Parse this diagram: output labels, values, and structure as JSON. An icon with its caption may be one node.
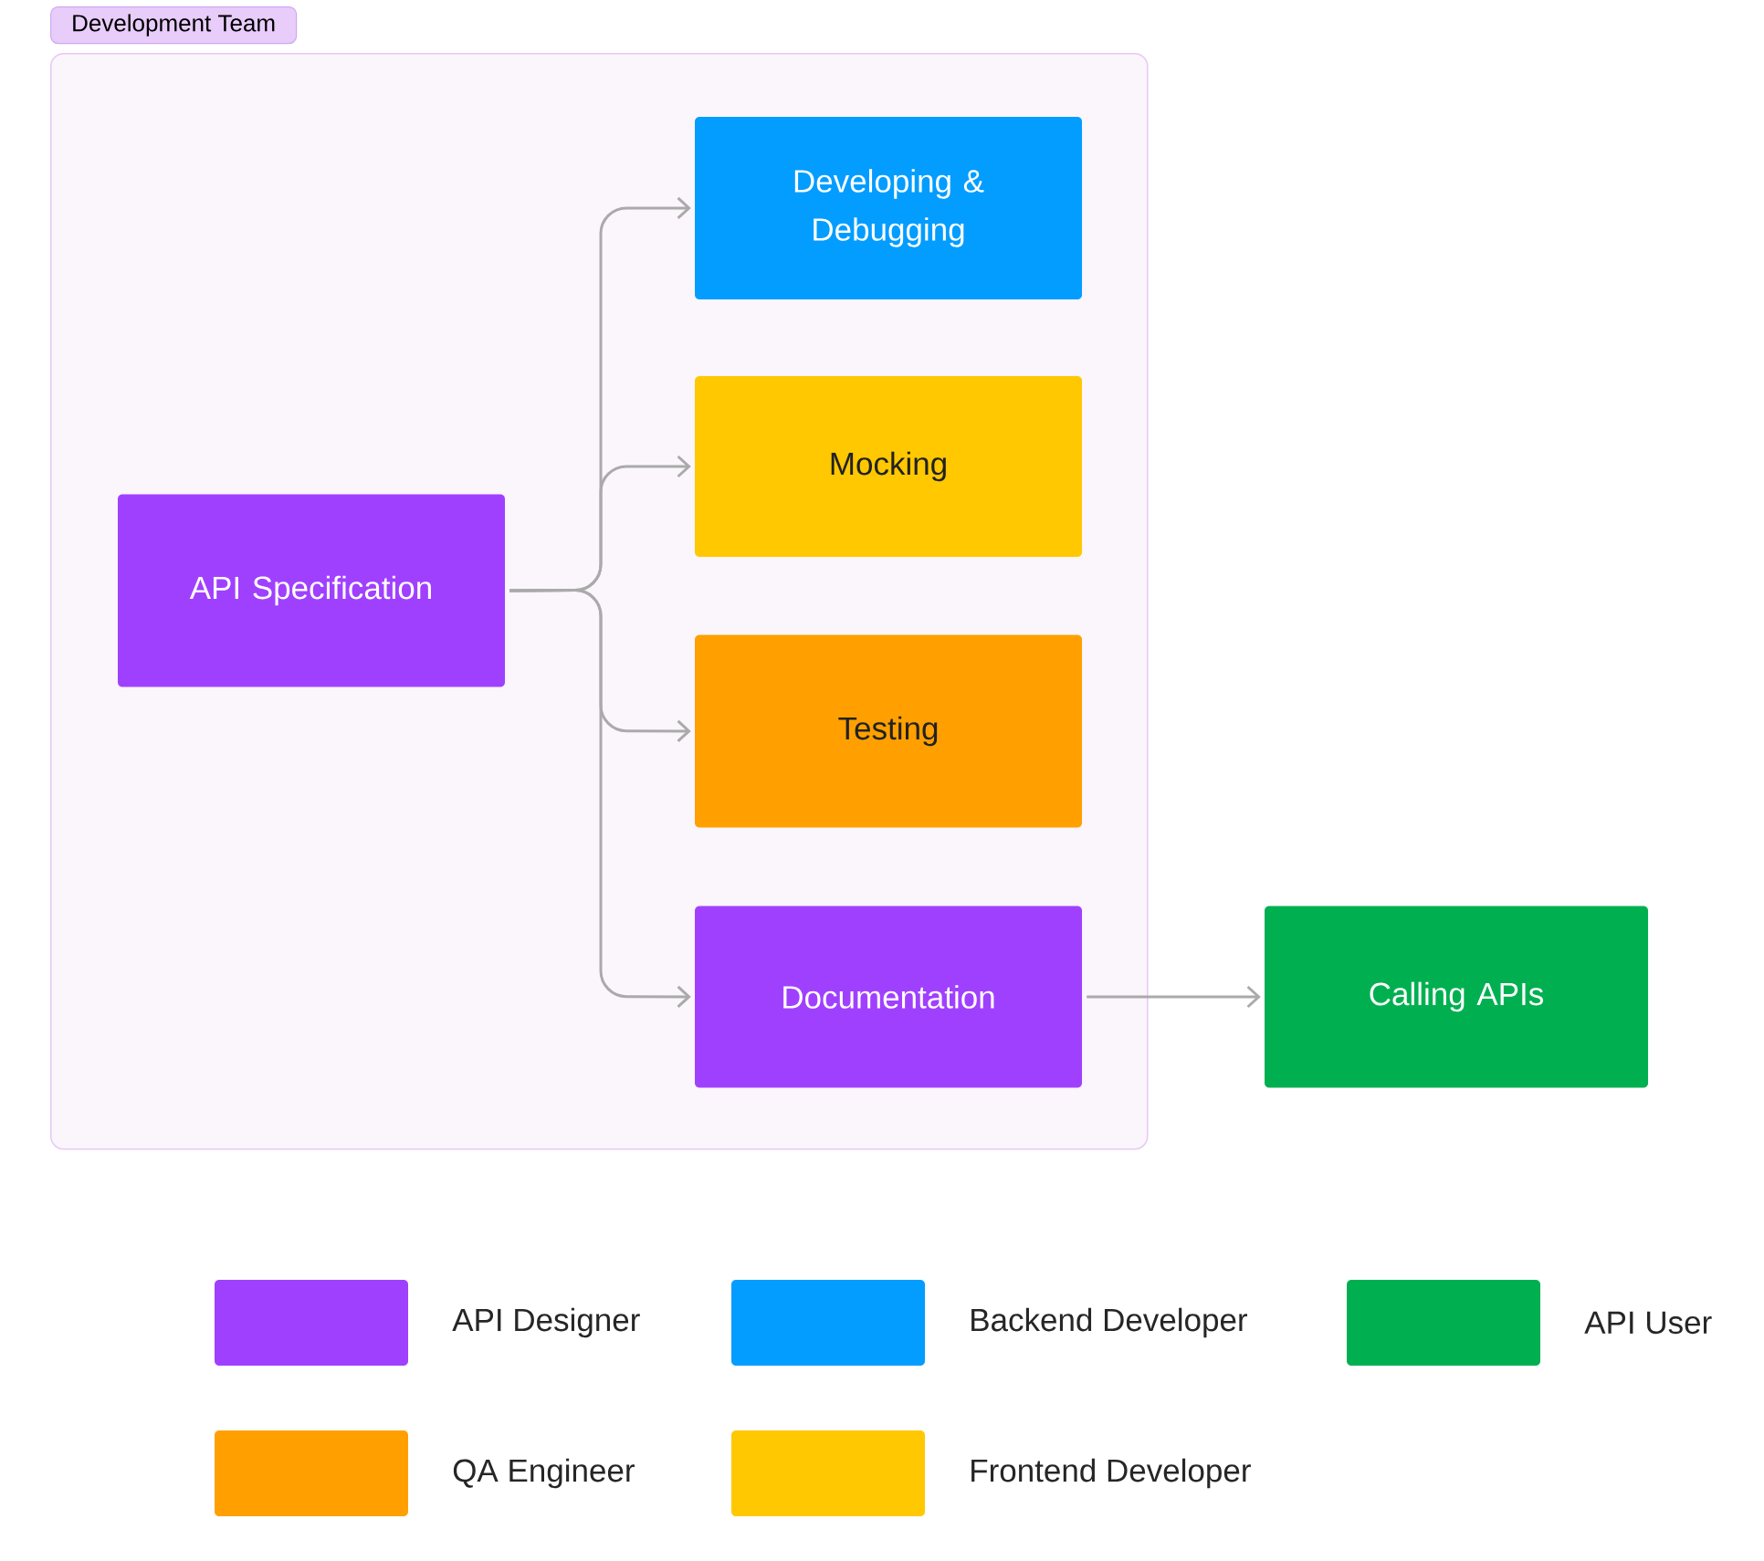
{
  "diagram": {
    "nodes": [
      {
        "text": [
          "Development Team"
        ]
      },
      {
        "text": [
          "API Specification"
        ],
        "in": 0
      },
      {
        "text": [
          "Developing & Debugging"
        ],
        "in": 0
      },
      {
        "text": [
          "Mocking"
        ],
        "in": 0
      },
      {
        "text": [
          "Testing"
        ],
        "in": 0
      },
      {
        "text": [
          "Documentation"
        ],
        "in": 0
      },
      {
        "text": [
          "Calling APIs"
        ]
      }
    ],
    "edges": [
      {
        "from": 1,
        "to": 2,
        "arrow": "to"
      },
      {
        "from": 1,
        "to": 3,
        "arrow": "to"
      },
      {
        "from": 1,
        "to": 4,
        "arrow": "to"
      },
      {
        "from": 1,
        "to": 5,
        "arrow": "to"
      },
      {
        "from": 5,
        "to": 6,
        "arrow": "to"
      }
    ],
    "legend": [
      {
        "text": "API Designer",
        "color": "#a040ff"
      },
      {
        "text": "Backend Developer",
        "color": "#039dff"
      },
      {
        "text": "API User",
        "color": "#00b050"
      },
      {
        "text": "QA Engineer",
        "color": "#ffa000"
      },
      {
        "text": "Frontend Developer",
        "color": "#ffc800"
      }
    ]
  }
}
